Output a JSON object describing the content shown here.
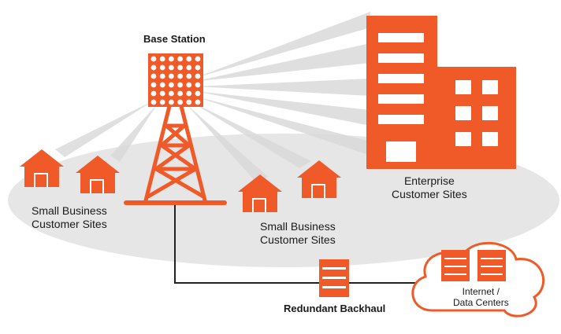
{
  "colors": {
    "accent": "#f05a28",
    "ground": "#e6e6e6",
    "beam": "#d9d9d9",
    "line": "#222222",
    "cloud_outline": "#f05a28"
  },
  "labels": {
    "base_station": "Base Station",
    "small_business_left_1": "Small Business",
    "small_business_left_2": "Customer Sites",
    "small_business_right_1": "Small Business",
    "small_business_right_2": "Customer Sites",
    "enterprise_1": "Enterprise",
    "enterprise_2": "Customer Sites",
    "backhaul": "Redundant Backhaul",
    "internet_1": "Internet /",
    "internet_2": "Data Centers"
  },
  "icons": {
    "tower": "cell-tower-icon",
    "antenna": "antenna-panel-icon",
    "house": "house-icon",
    "building": "office-building-icon",
    "router": "backhaul-router-icon",
    "server": "server-icon",
    "cloud": "cloud-icon"
  }
}
